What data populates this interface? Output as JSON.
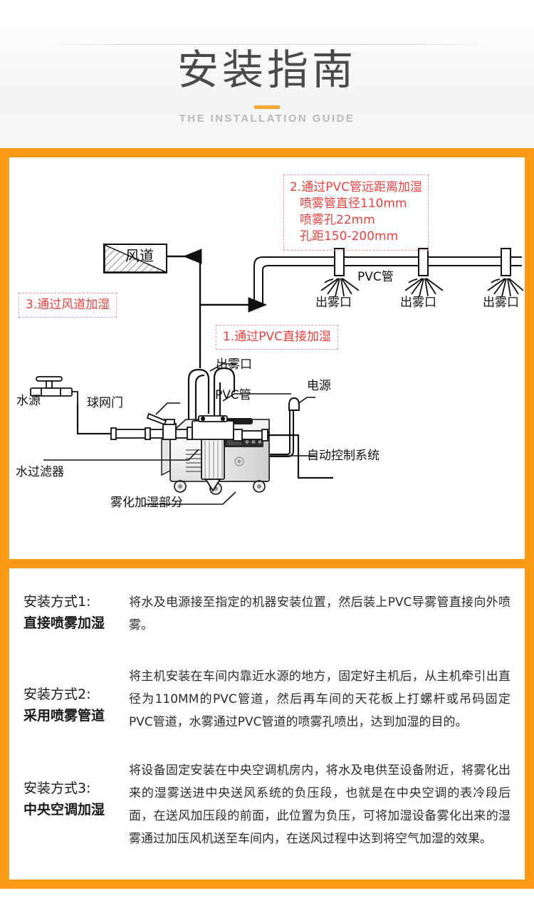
{
  "header": {
    "title_cn": "安装指南",
    "title_en": "THE INSTALLATION GUIDE",
    "accent_color": "#f4a731"
  },
  "frame": {
    "border_color": "#fb9a15"
  },
  "diagram": {
    "red_notes": [
      {
        "id": "note-2",
        "lines": [
          "2.通过PVC管远距离加湿",
          "喷雾管直径110mm",
          "喷雾孔22mm",
          "孔距150-200mm"
        ],
        "color": "#e8413f"
      },
      {
        "id": "note-3",
        "lines": [
          "3.通过风道加湿"
        ],
        "color": "#e8413f"
      },
      {
        "id": "note-1",
        "lines": [
          "1.通过PVC直接加湿"
        ],
        "color": "#e8413f"
      }
    ],
    "labels": {
      "duct": "风道",
      "pvc_pipe_top": "PVC管",
      "nozzle_1": "出雾口",
      "nozzle_2": "出雾口",
      "nozzle_3": "出雾口",
      "mist_outlet_machine": "出雾口",
      "pvc_pipe_machine": "PVC管",
      "power": "电源",
      "auto_control": "自动控制系统",
      "water_source": "水源",
      "ball_valve": "球网门",
      "water_filter": "水过滤器",
      "atomizing_part": "雾化加湿部分"
    }
  },
  "install_methods": [
    {
      "head_line1": "安装方式1:",
      "head_line2": "直接喷雾加湿",
      "body": "将水及电源接至指定的机器安装位置，然后装上PVC导雾管直接向外喷雾。"
    },
    {
      "head_line1": "安装方式2:",
      "head_line2": "采用喷雾管道",
      "body": "将主机安装在车间内靠近水源的地方，固定好主机后，从主机牵引出直径为110MM的PVC管道，然后再车间的天花板上打螺杆或吊码固定PVC管道，水雾通过PVC管道的喷雾孔喷出，达到加湿的目的。"
    },
    {
      "head_line1": "安装方式3:",
      "head_line2": "中央空调加湿",
      "body": "将设备固定安装在中央空调机房内，将水及电供至设备附近，将雾化出来的湿雾送进中央送风系统的负压段，也就是在中央空调的表冷段后面，在送风加压段的前面，此位置为负压，可将加湿设备雾化出来的湿雾通过加压风机送至车间内，在送风过程中达到将空气加湿的效果。"
    }
  ]
}
